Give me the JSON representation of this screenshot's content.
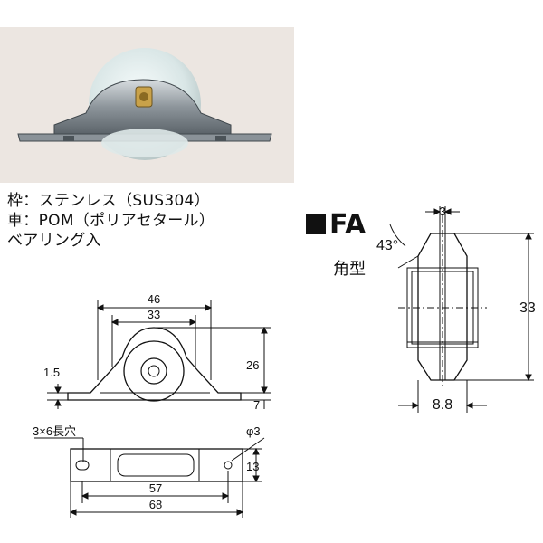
{
  "specs": {
    "frame": "枠：ステンレス（SUS304）",
    "wheel": "車：POM（ポリアセタール）",
    "bearing": "ベアリング入"
  },
  "type_label": "FA",
  "shape_label": "角型",
  "dims": {
    "width_46": "46",
    "width_33": "33",
    "height_26": "26",
    "height_7": "7",
    "thick_1_5": "1.5",
    "slot": "3×6長穴",
    "hole": "φ3",
    "w13": "13",
    "len57": "57",
    "len68": "68",
    "groove3": "3",
    "angle": "43°",
    "height33": "33",
    "w8_8": "8.8"
  }
}
